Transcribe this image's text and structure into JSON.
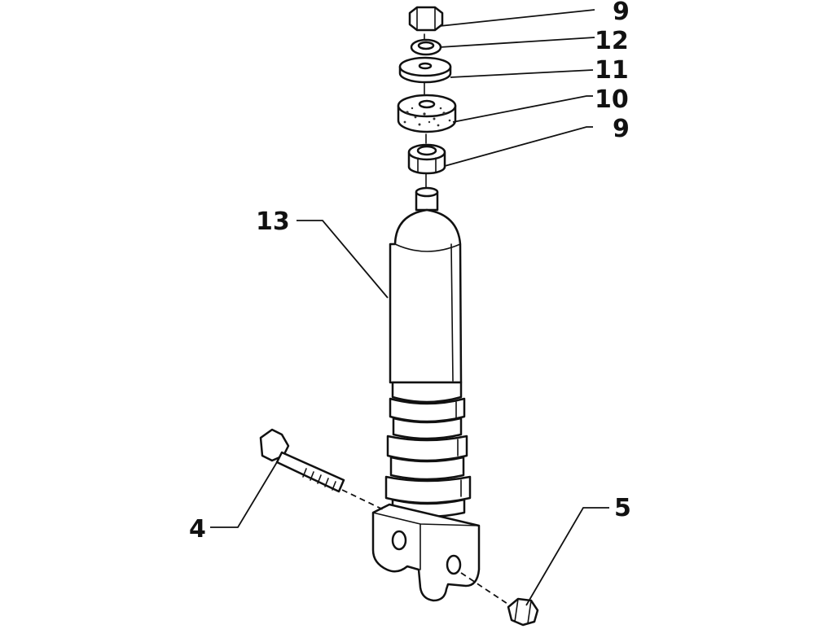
{
  "callouts": {
    "nut_top": "9",
    "washer_small": "12",
    "washer_flat": "11",
    "rubber_bush": "10",
    "nut_lower": "9",
    "shock_absorber": "13",
    "bolt": "4",
    "nut_bottom": "5"
  },
  "colors": {
    "line": "#111111",
    "background": "#ffffff"
  }
}
